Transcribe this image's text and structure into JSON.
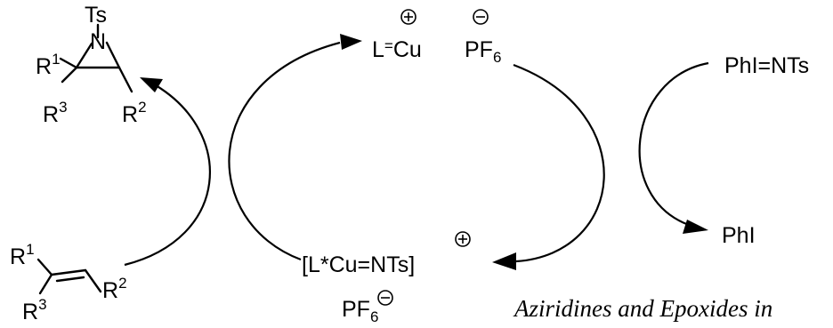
{
  "aziridine": {
    "r1": "R",
    "r1_sup": "1",
    "n_atom": "N",
    "ts": "Ts",
    "r3": "R",
    "r3_sup": "3",
    "r2": "R",
    "r2_sup": "2"
  },
  "alkene": {
    "r1": "R",
    "r1_sup": "1",
    "r3": "R",
    "r3_sup": "3",
    "r2": "R",
    "r2_sup": "2"
  },
  "catalyst": {
    "l_prefix": "L",
    "equals": "=",
    "cu": "Cu",
    "counterion": "PF",
    "counterion_sub": "6"
  },
  "nitrene": {
    "complex": "[L*Cu=NTs]",
    "counterion": "PF",
    "counterion_sub": "6"
  },
  "reagent": {
    "label": "PhI=NTs"
  },
  "byproduct": {
    "label": "PhI"
  },
  "caption": {
    "text": "Aziridines and Epoxides in"
  }
}
